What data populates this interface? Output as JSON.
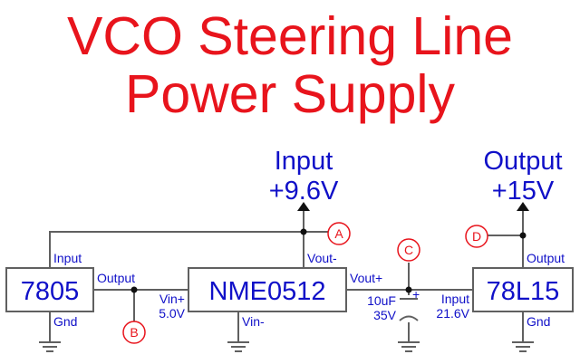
{
  "title": {
    "line1": "VCO Steering Line",
    "line2": "Power Supply"
  },
  "input_rail": {
    "label": "Input",
    "voltage": "+9.6V"
  },
  "output_rail": {
    "label": "Output",
    "voltage": "+15V"
  },
  "components": {
    "reg_7805": {
      "name": "7805",
      "pin_input": "Input",
      "pin_output": "Output",
      "pin_gnd": "Gnd"
    },
    "conv_nme0512": {
      "name": "NME0512",
      "pin_vin_plus": "Vin+",
      "vin_voltage": "5.0V",
      "pin_vin_minus": "Vin-",
      "pin_vout_minus": "Vout-",
      "pin_vout_plus": "Vout+"
    },
    "reg_78l15": {
      "name": "78L15",
      "pin_input": "Input",
      "input_voltage": "21.6V",
      "pin_output": "Output",
      "pin_gnd": "Gnd"
    },
    "capacitor": {
      "value": "10uF",
      "rating": "35V",
      "polarity": "+"
    }
  },
  "test_points": [
    "A",
    "B",
    "C",
    "D"
  ],
  "colors": {
    "title": "#e8141c",
    "labels": "#1010c8",
    "wires": "#606060",
    "test_points": "#e8141c"
  }
}
